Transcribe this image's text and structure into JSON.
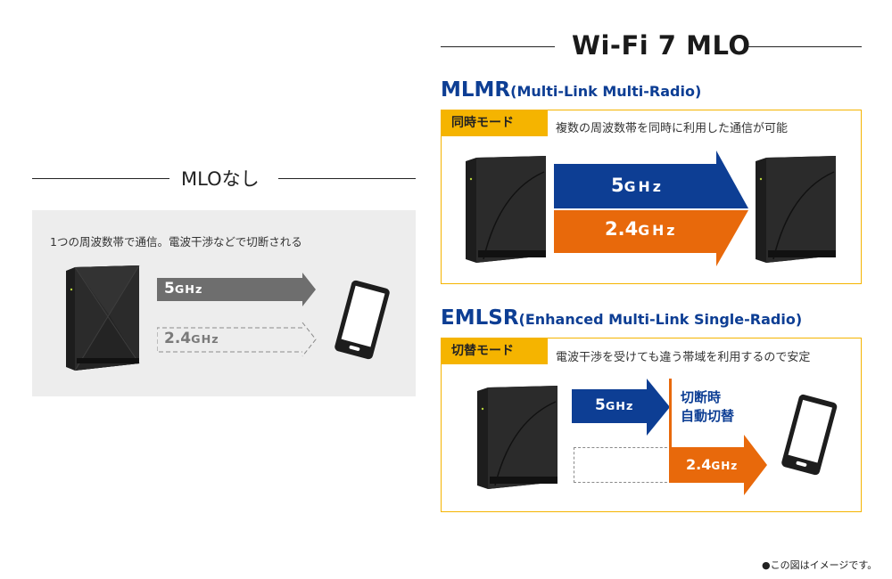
{
  "left": {
    "title": "MLOなし",
    "description": "1つの周波数帯で通信。電波干渉などで切断される",
    "arrows": [
      {
        "num": "5",
        "unit": "GHz",
        "state": "active",
        "color": "#6e6e6e"
      },
      {
        "num": "2.4",
        "unit": "GHz",
        "state": "inactive-dashed",
        "color": "#8a8a8a"
      }
    ],
    "background": "#ededed"
  },
  "right": {
    "title": "Wi-Fi 7 MLO",
    "mlmr": {
      "abbr": "MLMR",
      "full": "(Multi-Link Multi-Radio)",
      "tag": "同時モード",
      "description": "複数の周波数帯を同時に利用した通信が可能",
      "arrows": [
        {
          "num": "5",
          "unit": "GHz",
          "color": "#0d3e94"
        },
        {
          "num": "2.4",
          "unit": "GHz",
          "color": "#e8690b"
        }
      ]
    },
    "emlsr": {
      "abbr": "EMLSR",
      "full": "(Enhanced Multi-Link Single-Radio)",
      "tag": "切替モード",
      "description": "電波干渉を受けても違う帯域を利用するので安定",
      "switch_label_line1": "切断時",
      "switch_label_line2": "自動切替",
      "arrows": [
        {
          "num": "5",
          "unit": "GHz",
          "color": "#0d3e94"
        },
        {
          "num": "2.4",
          "unit": "GHz",
          "color": "#e8690b"
        }
      ]
    }
  },
  "footnote": "●この図はイメージです。",
  "colors": {
    "accent_yellow": "#f5b400",
    "blue": "#0d3e94",
    "orange": "#e8690b",
    "grey_arrow": "#6e6e6e",
    "panel_bg": "#ededed"
  }
}
